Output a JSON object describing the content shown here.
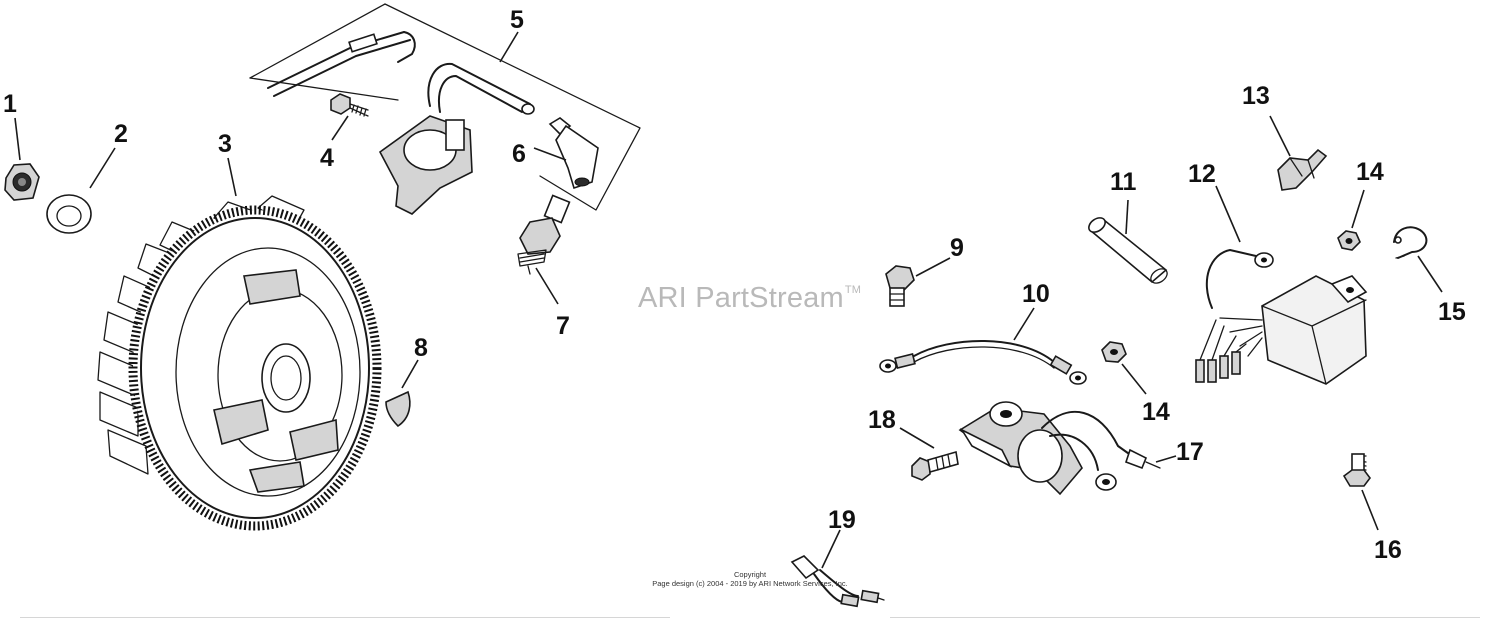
{
  "watermark": {
    "text": "ARI PartStream",
    "mark": "TM"
  },
  "copyright": {
    "line1": "Copyright",
    "line2": "Page design (c) 2004 - 2019 by ARI Network Services, Inc."
  },
  "callouts": {
    "c1": "1",
    "c2": "2",
    "c3": "3",
    "c4": "4",
    "c5": "5",
    "c6": "6",
    "c7": "7",
    "c8": "8",
    "c9": "9",
    "c10": "10",
    "c11": "11",
    "c12": "12",
    "c13": "13",
    "c14a": "14",
    "c14b": "14",
    "c15": "15",
    "c16": "16",
    "c17": "17",
    "c18": "18",
    "c19": "19"
  },
  "parts": [
    {
      "callout": "1",
      "icon": "hex-nut-icon"
    },
    {
      "callout": "2",
      "icon": "washer-icon"
    },
    {
      "callout": "3",
      "icon": "flywheel-icon"
    },
    {
      "callout": "4",
      "icon": "screw-icon"
    },
    {
      "callout": "5",
      "icon": "ignition-module-kit-icon"
    },
    {
      "callout": "6",
      "icon": "spark-plug-boot-icon"
    },
    {
      "callout": "7",
      "icon": "spark-plug-icon"
    },
    {
      "callout": "8",
      "icon": "woodruff-key-icon"
    },
    {
      "callout": "9",
      "icon": "bolt-icon"
    },
    {
      "callout": "10",
      "icon": "ground-lead-icon"
    },
    {
      "callout": "11",
      "icon": "spacer-tube-icon"
    },
    {
      "callout": "12",
      "icon": "rectifier-regulator-icon"
    },
    {
      "callout": "13",
      "icon": "wire-clip-icon"
    },
    {
      "callout": "14",
      "icon": "hex-nut-icon"
    },
    {
      "callout": "15",
      "icon": "cable-tie-icon"
    },
    {
      "callout": "16",
      "icon": "screw-icon"
    },
    {
      "callout": "17",
      "icon": "stator-icon"
    },
    {
      "callout": "18",
      "icon": "screw-icon"
    },
    {
      "callout": "19",
      "icon": "wire-harness-icon"
    }
  ]
}
